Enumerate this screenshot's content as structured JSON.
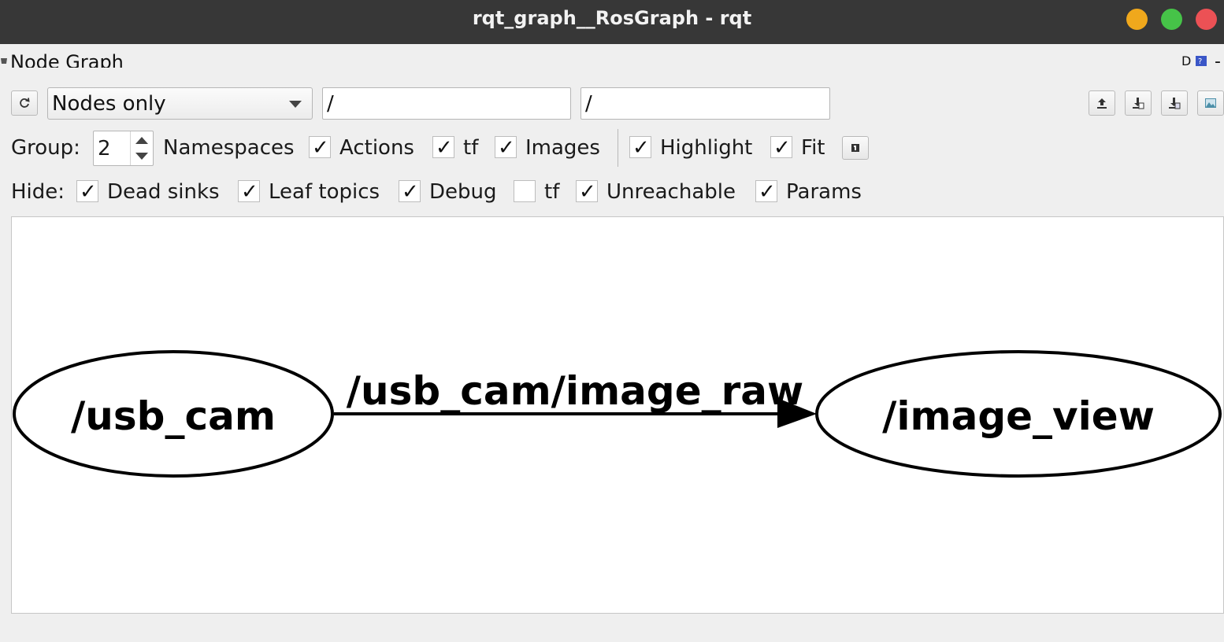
{
  "window": {
    "title": "rqt_graph__RosGraph - rqt",
    "colors": {
      "minimize": "#f0a81c",
      "maximize": "#46c348",
      "close": "#ec5155"
    }
  },
  "plugin": {
    "title": "Node Graph",
    "help_icon": "help-icon",
    "close_icon": "dash-icon"
  },
  "toolbar": {
    "refresh_icon": "refresh-icon",
    "view_mode": "Nodes only",
    "filter_node": "/",
    "filter_topic": "/",
    "right_icons": [
      "load-dot-icon",
      "save-dot-icon",
      "save-svg-icon",
      "save-image-icon"
    ]
  },
  "group_row": {
    "label": "Group:",
    "value": "2",
    "namespaces": "Namespaces",
    "actions": {
      "label": "Actions",
      "checked": true
    },
    "tf": {
      "label": "tf",
      "checked": true
    },
    "images": {
      "label": "Images",
      "checked": true
    },
    "highlight": {
      "label": "Highlight",
      "checked": true
    },
    "fit": {
      "label": "Fit",
      "checked": true
    },
    "fit_icon": "fit-view-icon"
  },
  "hide_row": {
    "label": "Hide:",
    "dead_sinks": {
      "label": "Dead sinks",
      "checked": true
    },
    "leaf_topics": {
      "label": "Leaf topics",
      "checked": true
    },
    "debug": {
      "label": "Debug",
      "checked": true
    },
    "tf": {
      "label": "tf",
      "checked": false
    },
    "unreachable": {
      "label": "Unreachable",
      "checked": true
    },
    "params": {
      "label": "Params",
      "checked": true
    }
  },
  "graph": {
    "nodes": [
      "/usb_cam",
      "/image_view"
    ],
    "edges": [
      {
        "from": "/usb_cam",
        "to": "/image_view",
        "label": "/usb_cam/image_raw"
      }
    ]
  }
}
